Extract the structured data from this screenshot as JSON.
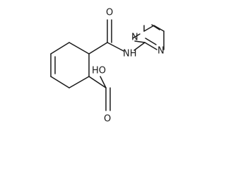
{
  "structure": {
    "atoms": {
      "amide_oxygen": "O",
      "amide_nh": "NH",
      "pyrimidine_n1": "N",
      "pyrimidine_n2": "N",
      "acid_oh": "HO",
      "acid_oxygen": "O"
    }
  }
}
